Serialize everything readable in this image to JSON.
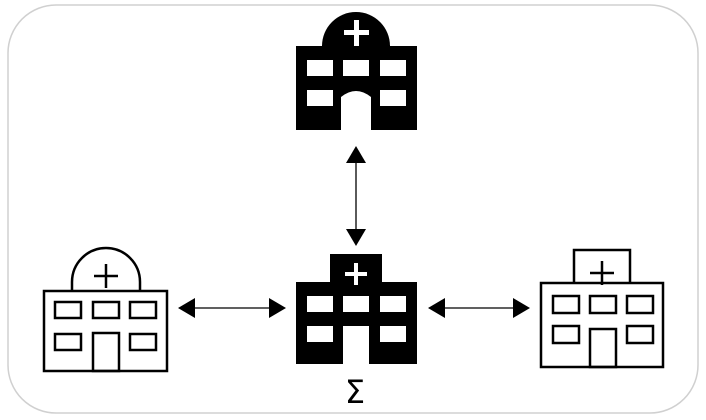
{
  "diagram": {
    "sum_label": "Σ",
    "colors": {
      "ink": "#000000",
      "background": "#ffffff",
      "frame_stroke": "#d0d0d0"
    },
    "nodes": [
      {
        "id": "top",
        "icon": "hospital-icon",
        "style": "filled"
      },
      {
        "id": "center",
        "icon": "hospital-icon",
        "style": "filled",
        "label": "Σ"
      },
      {
        "id": "left",
        "icon": "hospital-icon",
        "style": "outline",
        "roof": "dome"
      },
      {
        "id": "right",
        "icon": "hospital-icon",
        "style": "outline",
        "roof": "square"
      }
    ],
    "edges": [
      {
        "from": "top",
        "to": "center",
        "direction": "bidirectional"
      },
      {
        "from": "left",
        "to": "center",
        "direction": "bidirectional"
      },
      {
        "from": "center",
        "to": "right",
        "direction": "bidirectional"
      }
    ]
  }
}
